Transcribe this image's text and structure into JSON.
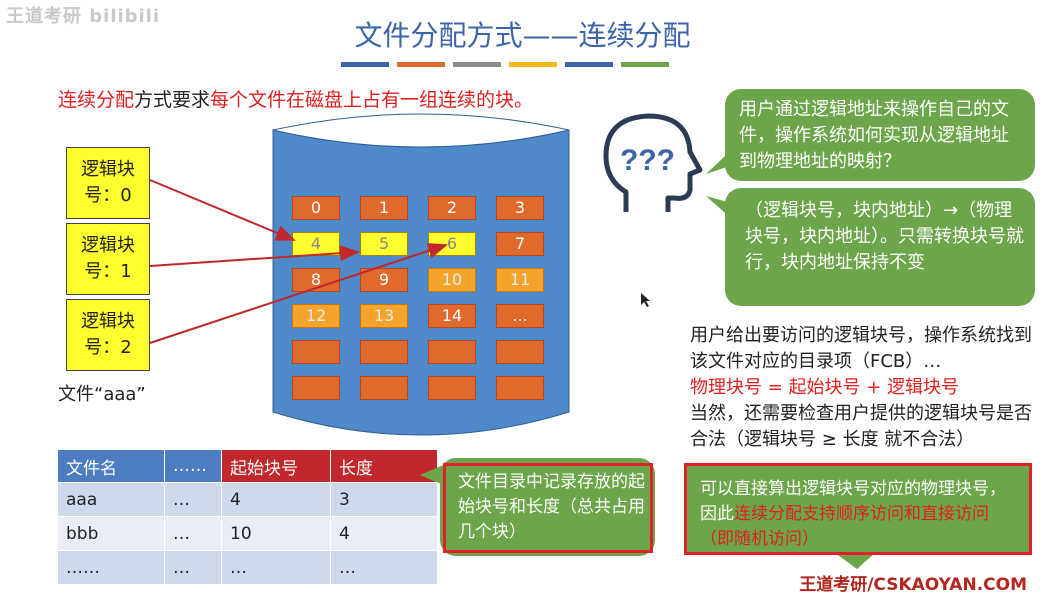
{
  "watermark": "王道考研 bilibili",
  "title": "文件分配方式——连续分配",
  "colors": {
    "accent_blue": "#3c64a8",
    "disk_blue": "#4e89c9",
    "block_orange": "#e0692e",
    "highlight_yellow": "#ffff30",
    "bubble_green": "#6da64a",
    "emphasis_red": "#e02020"
  },
  "intro": {
    "part1": "连续分配",
    "part2": "方式要求",
    "part3": "每个文件在磁盘上占有一组连续的块。"
  },
  "logical_blocks": [
    "逻辑块号：0",
    "逻辑块号：1",
    "逻辑块号：2"
  ],
  "file_label": "文件“aaa”",
  "disk_blocks": [
    "0",
    "1",
    "2",
    "3",
    "4",
    "5",
    "6",
    "7",
    "8",
    "9",
    "10",
    "11",
    "12",
    "13",
    "14",
    "...",
    "",
    "",
    "",
    "",
    "",
    "",
    "",
    ""
  ],
  "table": {
    "headers": [
      "文件名",
      "……",
      "起始块号",
      "长度"
    ],
    "rows": [
      [
        "aaa",
        "…",
        "4",
        "3"
      ],
      [
        "bbb",
        "…",
        "10",
        "4"
      ],
      [
        "……",
        "…",
        "…",
        "…"
      ]
    ]
  },
  "bubble_table": "文件目录中记录存放的起始块号和长度（总共占用几个块）",
  "bubble_question": "用户通过逻辑地址来操作自己的文件，操作系统如何实现从逻辑地址到物理地址的映射？",
  "bubble_answer": "（逻辑块号，块内地址）→（物理块号，块内地址）。只需转换块号就行，块内地址保持不变",
  "right_text": {
    "line1": "用户给出要访问的逻辑块号，操作系统找到该文件对应的目录项（FCB）…",
    "formula": "物理块号 = 起始块号 + 逻辑块号",
    "line2": "当然，还需要检查用户提供的逻辑块号是否合法（逻辑块号 ≥ 长度 就不合法）"
  },
  "bubble_bottom": {
    "part1": "可以直接算出逻辑块号对应的物理块号，因此",
    "part2": "连续分配支持顺序访问和直接访问（即随机访问）"
  },
  "brand": "王道考研/CSKAOYAN.COM"
}
